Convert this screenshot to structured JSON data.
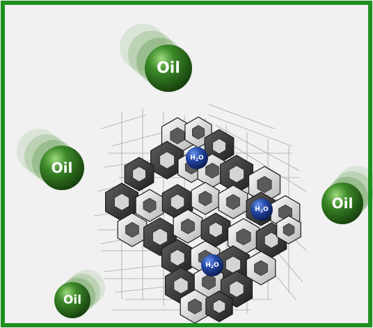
{
  "colors": {
    "frame": "#1f8f1f",
    "background": "#f1f1f1",
    "oil_dark": "#1f4f12",
    "oil_mid": "#3f8a2a",
    "oil_light": "#8fd06a",
    "water_dark": "#12235f",
    "water_light": "#4f79d8",
    "lattice_dark": "#2b2b2b",
    "lattice_mid": "#8a8a8a",
    "lattice_light": "#e8e8e8"
  },
  "labels": {
    "oil": "Oil",
    "water_h": "H",
    "water_sub": "2",
    "water_o": "O"
  },
  "icons": {
    "oil_droplet": "oil-droplet-icon",
    "water_molecule": "water-molecule-icon",
    "zeolite_cage": "zeolite-cage-icon"
  }
}
